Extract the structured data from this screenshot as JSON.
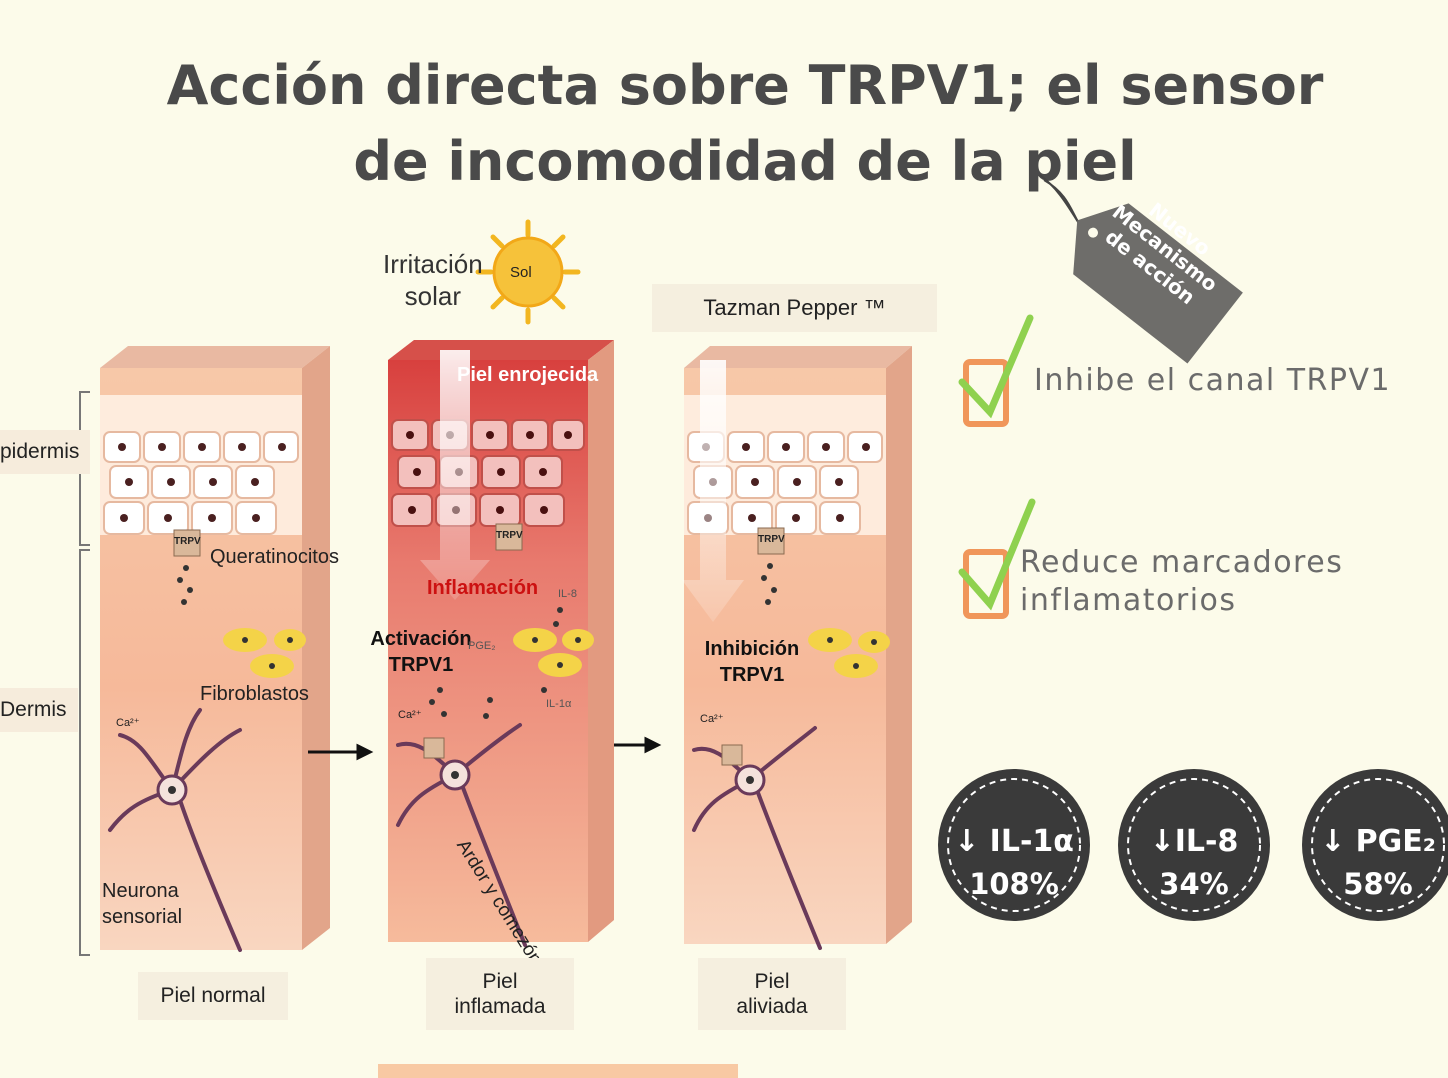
{
  "title": "Acción directa sobre TRPV1; el sensor de incomodidad de la piel",
  "tag_text": [
    "Nuevo",
    "Mecanismo",
    "de acción"
  ],
  "side_labels": {
    "epidermis": "pidermis",
    "dermis": "Dermis"
  },
  "sun": {
    "caption_line1": "Irritación",
    "caption_line2": "solar",
    "label": "Sol"
  },
  "product": {
    "label": "Tazman Pepper ™"
  },
  "panel1": {
    "queratinocitos": "Queratinocitos",
    "fibroblastos": "Fibroblastos",
    "neurona_line1": "Neurona",
    "neurona_line2": "sensorial",
    "caption": "Piel normal"
  },
  "panel2": {
    "piel_enrojecida": "Piel enrojecida",
    "inflamacion": "Inflamación",
    "activacion_line1": "Activación",
    "activacion_line2": "TRPV1",
    "ardor": "Ardor y comezón",
    "caption_line1": "Piel",
    "caption_line2": "inflamada"
  },
  "panel3": {
    "inhibicion_line1": "Inhibición",
    "inhibicion_line2": "TRPV1",
    "caption_line1": "Piel",
    "caption_line2": "aliviada"
  },
  "cell_labels": {
    "trpv": "TRPV",
    "ca": "Ca²⁺",
    "il8": "IL-8",
    "pge": "PGE₂",
    "il1a": "IL-1α"
  },
  "benefits": [
    {
      "lines": [
        "Inhibe el canal TRPV1"
      ]
    },
    {
      "lines": [
        "Reduce marcadores",
        "inflamatorios"
      ]
    }
  ],
  "badges": [
    {
      "name": "↓ IL-1α",
      "value": "108%"
    },
    {
      "name": "↓IL-8",
      "value": "34%"
    },
    {
      "name": "↓ PGE₂",
      "value": "58%"
    }
  ],
  "colors": {
    "background": "#fcfbea",
    "title": "#4a4a4a",
    "badge": "#3a3a3a",
    "check_box": "#f0965a",
    "check_mark": "#8fd14f",
    "inflammation_text": "#cc1111"
  }
}
